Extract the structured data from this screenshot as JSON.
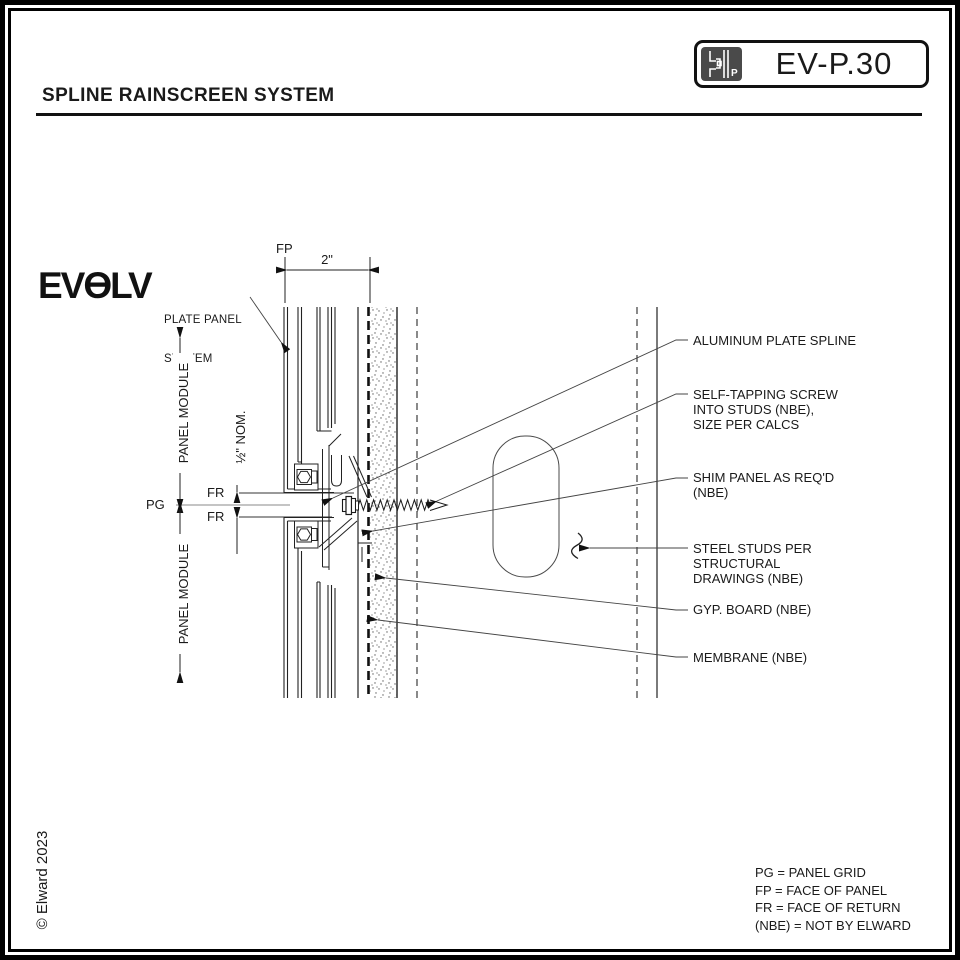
{
  "header": {
    "title": "SPLINE RAINSCREEN SYSTEM",
    "sheet_number": "EV-P.30",
    "icon_letter": "P"
  },
  "logo": {
    "ev": "EV",
    "o": "Ɵ",
    "lv": "LV",
    "tagline_line1": "PLATE PANEL",
    "tagline_line2": "SYSTEM"
  },
  "dims": {
    "fp": "FP",
    "width": "2\"",
    "half_nom": "½\" NOM.",
    "panel_module_upper": "PANEL MODULE",
    "panel_module_lower": "PANEL MODULE",
    "pg": "PG",
    "fr_top": "FR",
    "fr_bottom": "FR"
  },
  "callouts": [
    {
      "lines": [
        "ALUMINUM PLATE SPLINE"
      ]
    },
    {
      "lines": [
        "SELF-TAPPING SCREW",
        "INTO STUDS (NBE),",
        "SIZE PER CALCS"
      ]
    },
    {
      "lines": [
        "SHIM PANEL AS REQ'D",
        "(NBE)"
      ]
    },
    {
      "lines": [
        "STEEL STUDS PER",
        "STRUCTURAL",
        "DRAWINGS (NBE)"
      ]
    },
    {
      "lines": [
        "GYP. BOARD (NBE)"
      ]
    },
    {
      "lines": [
        "MEMBRANE (NBE)"
      ]
    }
  ],
  "legend": {
    "lines": [
      "PG = PANEL GRID",
      "FP = FACE OF PANEL",
      "FR = FACE OF RETURN",
      "(NBE) = NOT BY ELWARD"
    ]
  },
  "footer": {
    "copyright": "© Elward 2023"
  },
  "colors": {
    "line": "#1a1a1a",
    "gray_line": "#b0b0b0",
    "icon_bg": "#4a4a4a"
  }
}
